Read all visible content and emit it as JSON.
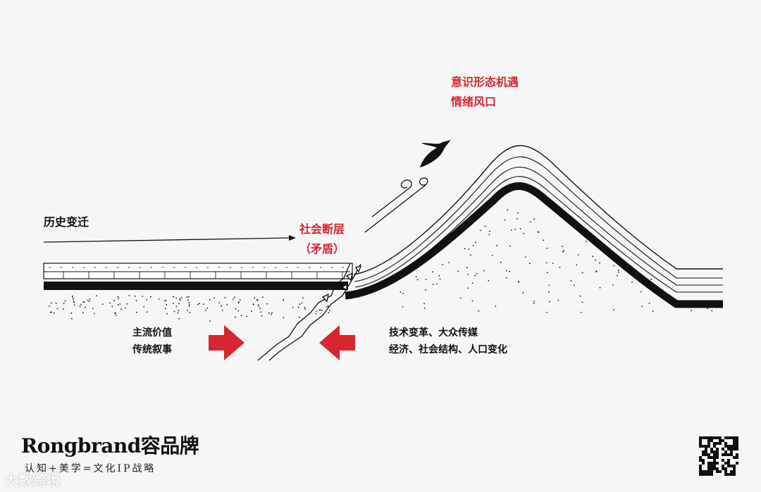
{
  "labels": {
    "history": "历史变迁",
    "fault_line1": "社会断层",
    "fault_line2": "（矛盾）",
    "opportunity_line1": "意识形态机遇",
    "opportunity_line2": "情绪风口",
    "left_force_line1": "主流价值",
    "left_force_line2": "传统叙事",
    "right_force_line1": "技术变革、大众传媒",
    "right_force_line2": "经济、社会结构、人口变化"
  },
  "brand": {
    "name": "Rongbrand容品牌",
    "tagline": "认知+美学=文化IP战略"
  },
  "watermark": "大数跨境",
  "colors": {
    "accent": "#d7262f",
    "ink": "#111111",
    "background": "#f6f6f6"
  },
  "icons": [
    "bird-icon",
    "wind-icon",
    "arrow-right-icon",
    "arrow-left-icon",
    "qr-code-icon"
  ]
}
